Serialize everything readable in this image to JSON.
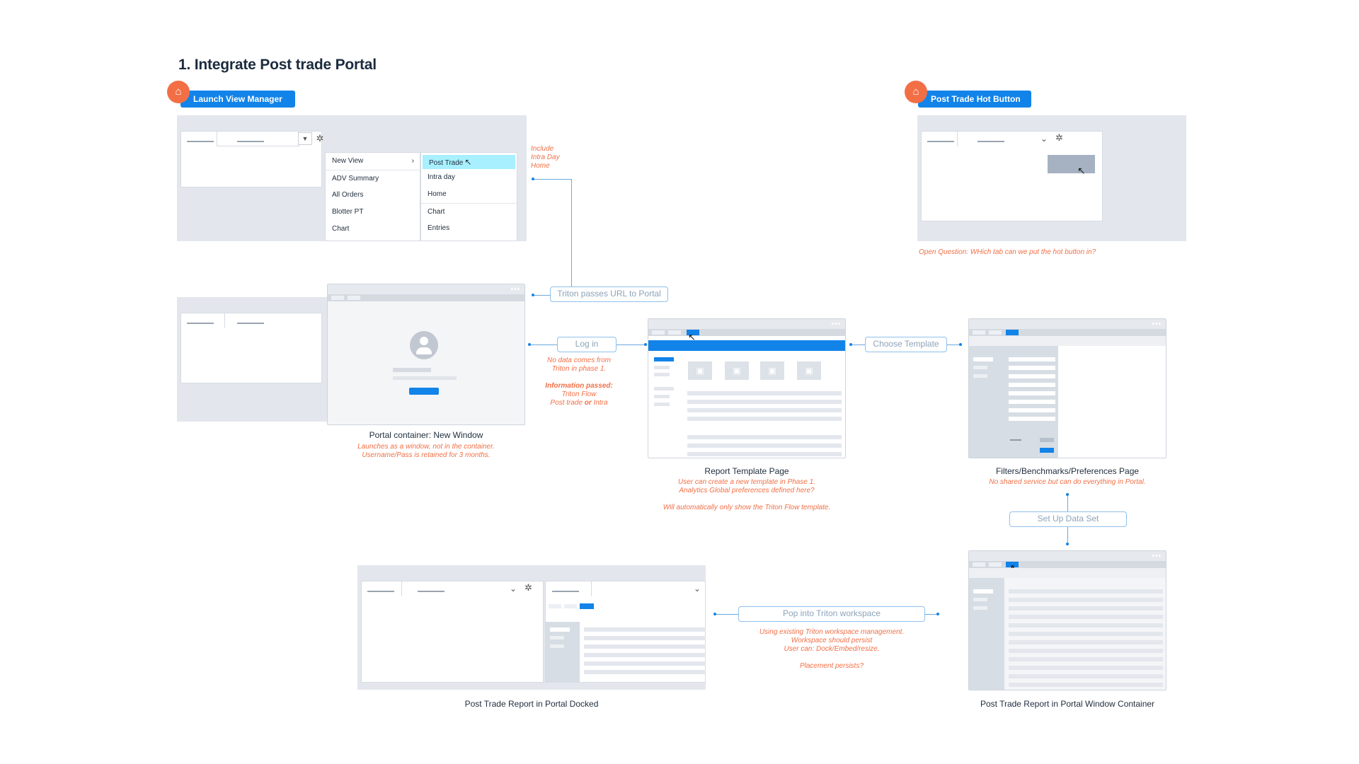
{
  "title": "1. Integrate Post trade Portal",
  "launch": {
    "label": "Launch View Manager",
    "icon": "home-icon"
  },
  "hotbutton": {
    "label": "Post Trade Hot Button",
    "icon": "home-icon"
  },
  "menu_left": [
    "New View",
    "ADV Summary",
    "All Orders",
    "Blotter PT",
    "Chart"
  ],
  "menu_right": [
    "Post Trade",
    "Intra day",
    "Home",
    "Chart",
    "Entries"
  ],
  "note_include": [
    "Include",
    "Intra Day",
    "Home"
  ],
  "open_question": "Open Question: WHich tab can we put the hot button in?",
  "triton_passes": "Triton passes URL to Portal",
  "login": "Log in",
  "login_notes": {
    "line1": "No data comes from",
    "line2": "Triton in phase 1.",
    "bold": "Information passed:",
    "line3": "Triton Flow",
    "line4a": "Post trade ",
    "or": "or",
    "line4b": " Intra"
  },
  "portal_container": {
    "caption": "Portal container: New Window",
    "note1": "Launches as a window, not in the container.",
    "note2": "Username/Pass is retained for 3 months."
  },
  "choose_template": "Choose Template",
  "report_template": {
    "caption": "Report Template Page",
    "note1": "User can create a new template in Phase 1.",
    "note2": "Analytics Global preferences defined here?",
    "note3": "Will automatically only show the Triton Flow template."
  },
  "filters": {
    "caption": "Filters/Benchmarks/Preferences Page",
    "note": "No shared service but can do everything in Portal."
  },
  "setup_data": "Set Up Data Set",
  "pop_into": "Pop into Triton workspace",
  "pop_notes": {
    "n1": "Using existing Triton workspace management.",
    "n2": "Workspace should persist",
    "n3": "User can: Dock/Embed/resize.",
    "n4": "Placement persists?"
  },
  "docked_caption": "Post Trade Report in Portal Docked",
  "window_caption": "Post Trade Report in Portal Window Container",
  "colors": {
    "accent": "#1283e8",
    "note": "#f26f45",
    "home": "#f26f45"
  }
}
